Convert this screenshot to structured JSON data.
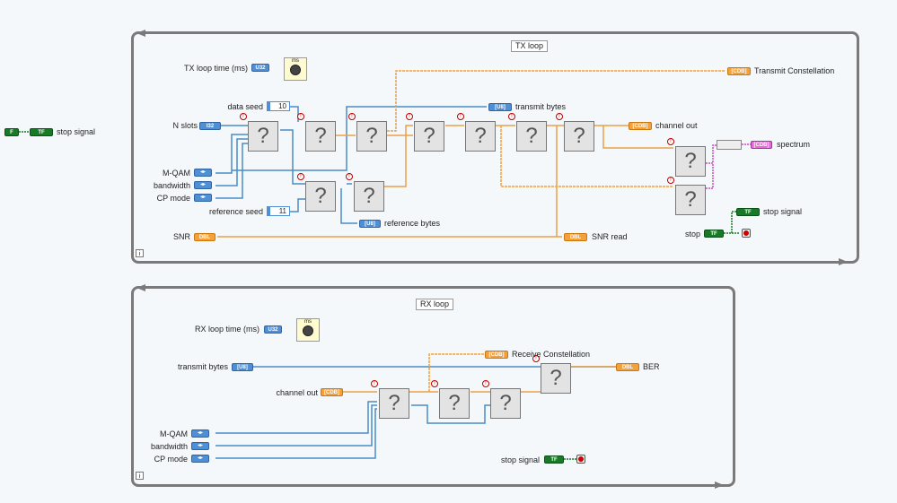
{
  "outside": {
    "stop_signal": "stop signal",
    "bool_const": "F",
    "tf": "TF"
  },
  "tx": {
    "title": "TX loop",
    "loop_time_label": "TX loop time (ms)",
    "u32": "U32",
    "timer": "ms",
    "data_seed_label": "data seed",
    "data_seed_value": "10",
    "nslots_label": "N slots",
    "i32": "I32",
    "mqam": "M-QAM",
    "bandwidth": "bandwidth",
    "cp_mode": "CP mode",
    "reference_seed_label": "reference seed",
    "reference_seed_value": "11",
    "snr_label": "SNR",
    "dbl": "DBL",
    "transmit_constellation": "Transmit Constellation",
    "cdb": "[CDB]",
    "transmit_bytes": "transmit bytes",
    "u8": "[U8]",
    "channel_out": "channel out",
    "reference_bytes": "reference bytes",
    "spectrum": "spectrum",
    "snr_read": "SNR read",
    "stop_signal": "stop signal",
    "stop": "stop",
    "tf": "TF",
    "vi_glyph": "?"
  },
  "rx": {
    "title": "RX loop",
    "loop_time_label": "RX loop time (ms)",
    "u32": "U32",
    "timer": "ms",
    "transmit_bytes": "transmit bytes",
    "u8": "[U8]",
    "channel_out": "channel out",
    "cdb": "[CDB]",
    "receive_constellation": "Receive Constellation",
    "ber": "BER",
    "dbl": "DBL",
    "mqam": "M-QAM",
    "bandwidth": "bandwidth",
    "cp_mode": "CP mode",
    "stop_signal": "stop signal",
    "tf": "TF",
    "vi_glyph": "?"
  },
  "info_glyph": "i",
  "err_glyph": "!",
  "colors": {
    "wire_orange": "#e8a04a",
    "wire_blue": "#4a8cc8",
    "wire_pink": "#d04cc4",
    "wire_green": "#177a27",
    "loop_border": "#7a7a7a"
  }
}
